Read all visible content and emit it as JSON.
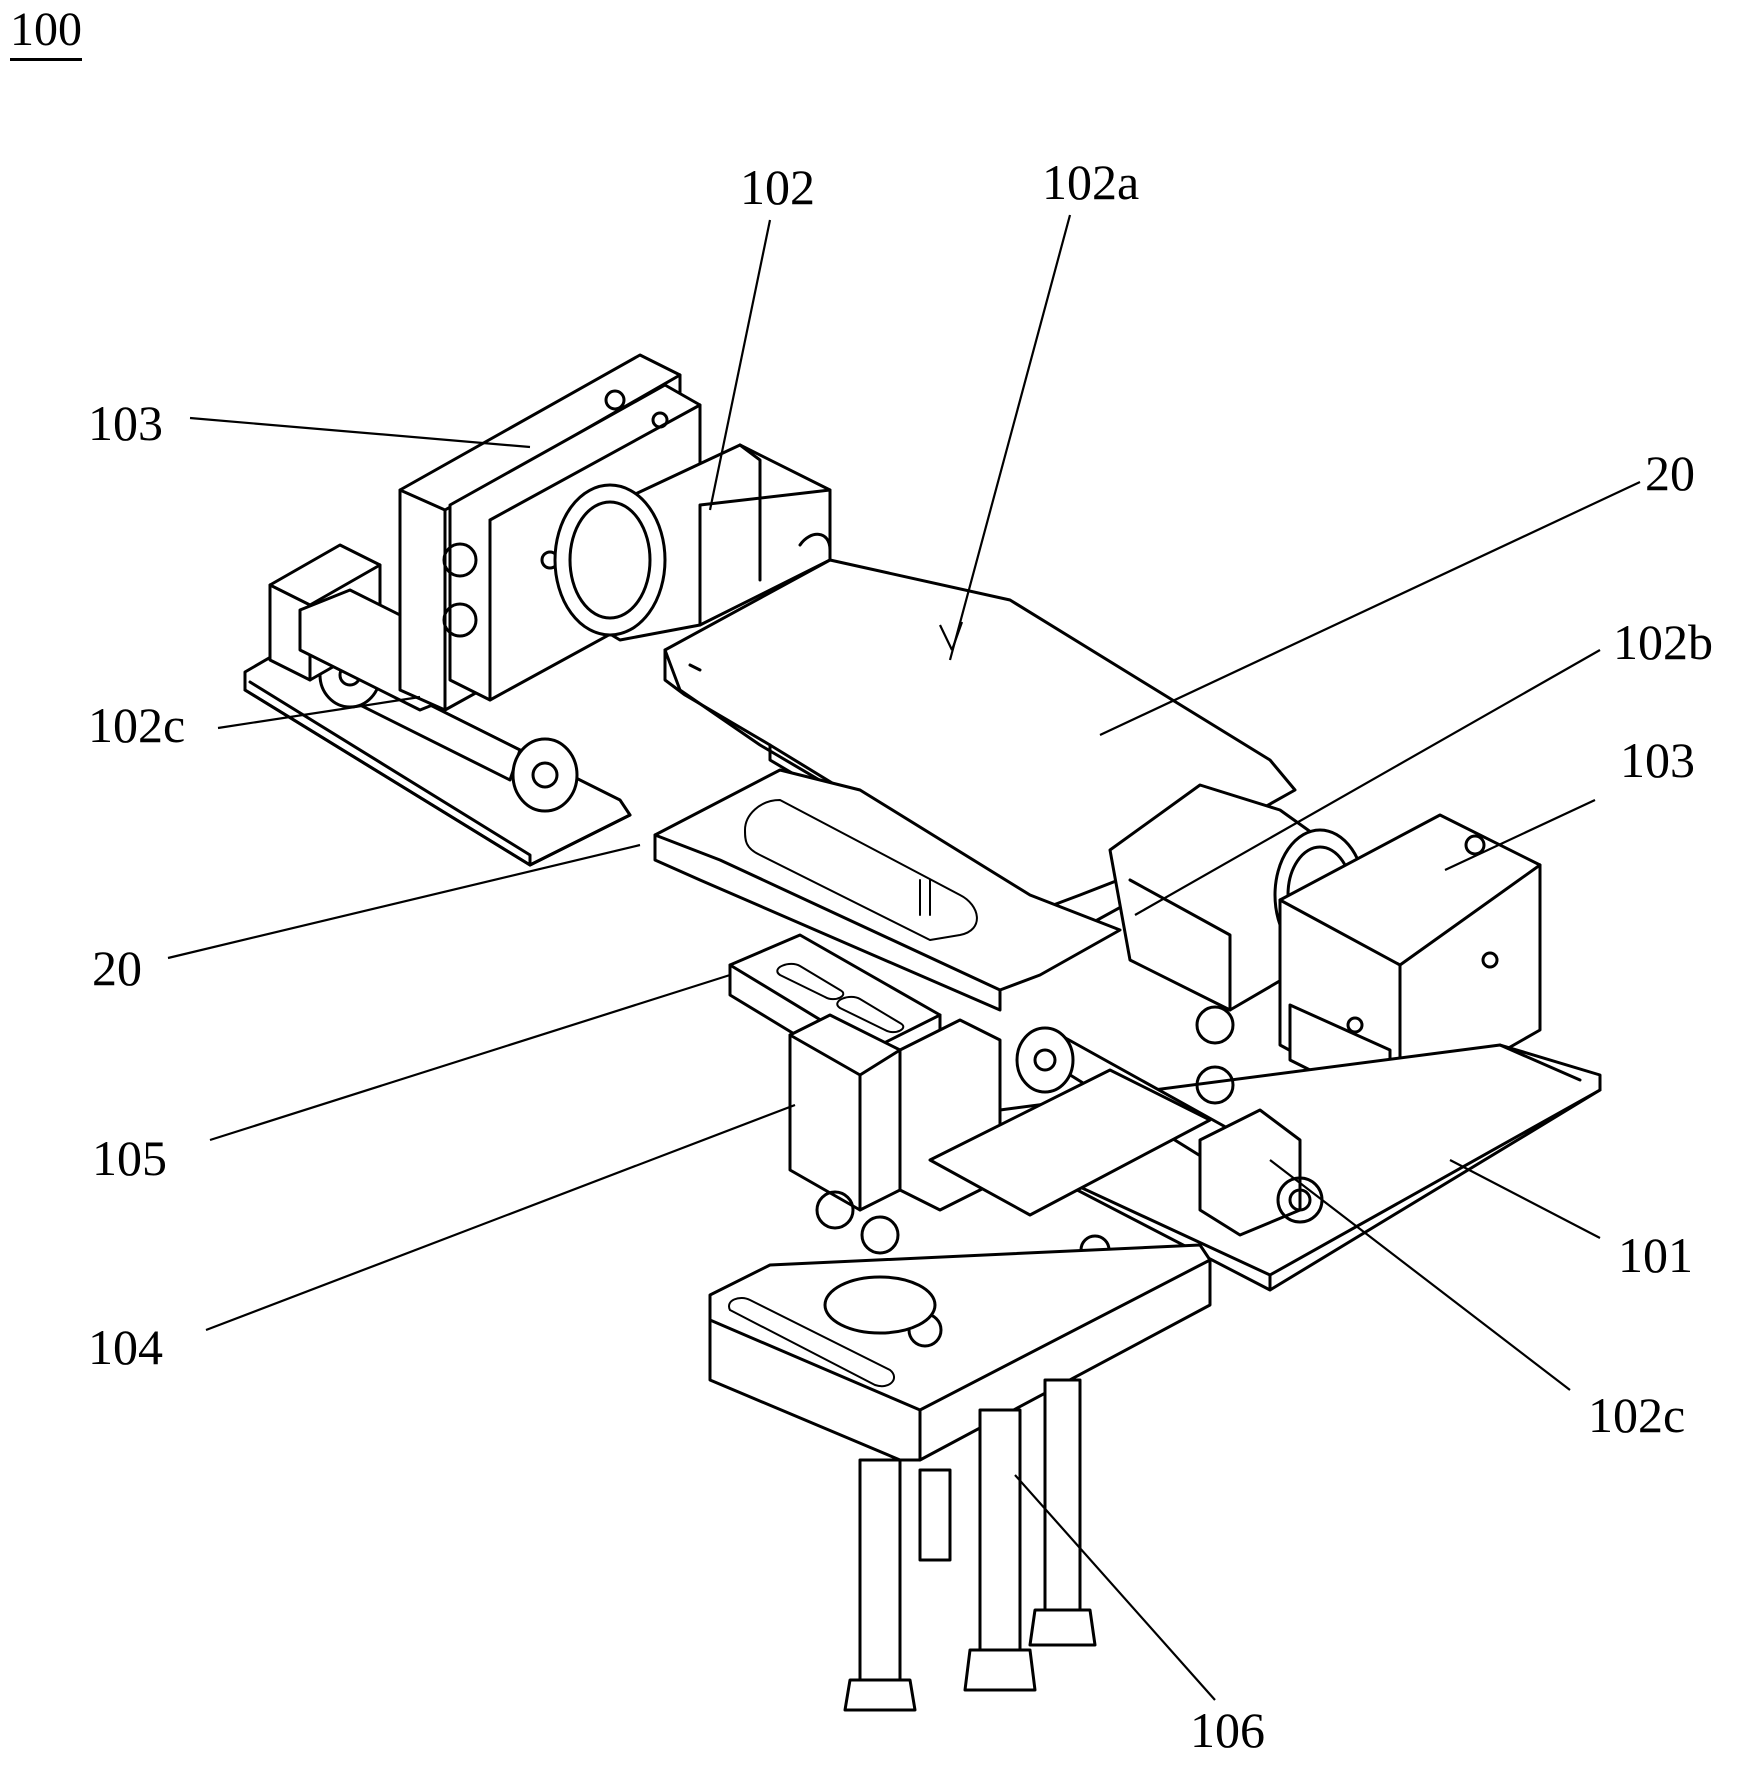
{
  "figure": {
    "number": "100",
    "labels": {
      "l103_left": "103",
      "l102": "102",
      "l102a": "102a",
      "l20_right": "20",
      "l102b": "102b",
      "l103_right": "103",
      "l102c_left": "102c",
      "l20_left": "20",
      "l105": "105",
      "l104": "104",
      "l101": "101",
      "l102c_right": "102c",
      "l106": "106"
    }
  },
  "colors": {
    "ink": "#000000",
    "paper": "#ffffff"
  }
}
